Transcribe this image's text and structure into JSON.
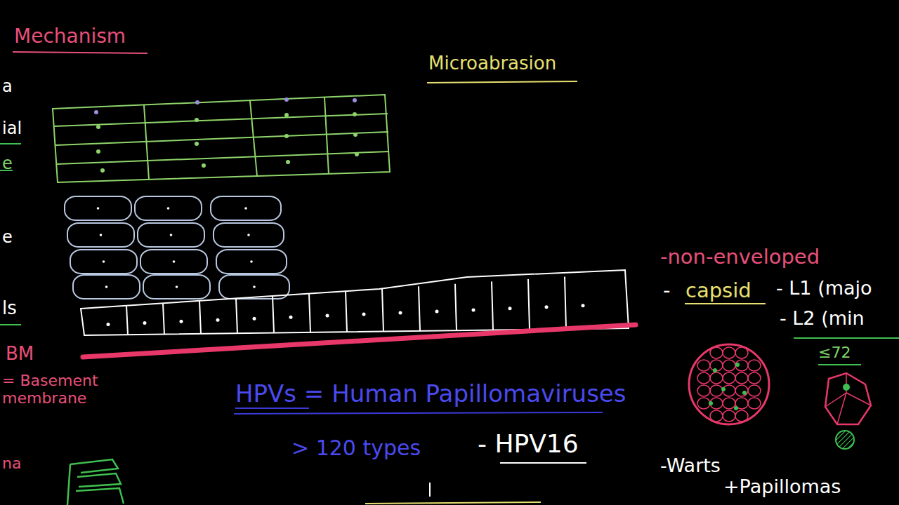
{
  "diagram": {
    "title": "Mechanism",
    "labels": [
      "a",
      "ial",
      "e",
      "e",
      "ls",
      "BM",
      "= Basement membrane",
      "na",
      "Microabrasion",
      "HPVs = Human Papillomaviruses",
      "> 120 types",
      "- HPV16",
      "-non-enveloped",
      "-",
      "capsid",
      "- L1 (majo",
      "- L2 (min",
      "≤72",
      "-Warts",
      "+Papillomas"
    ]
  }
}
